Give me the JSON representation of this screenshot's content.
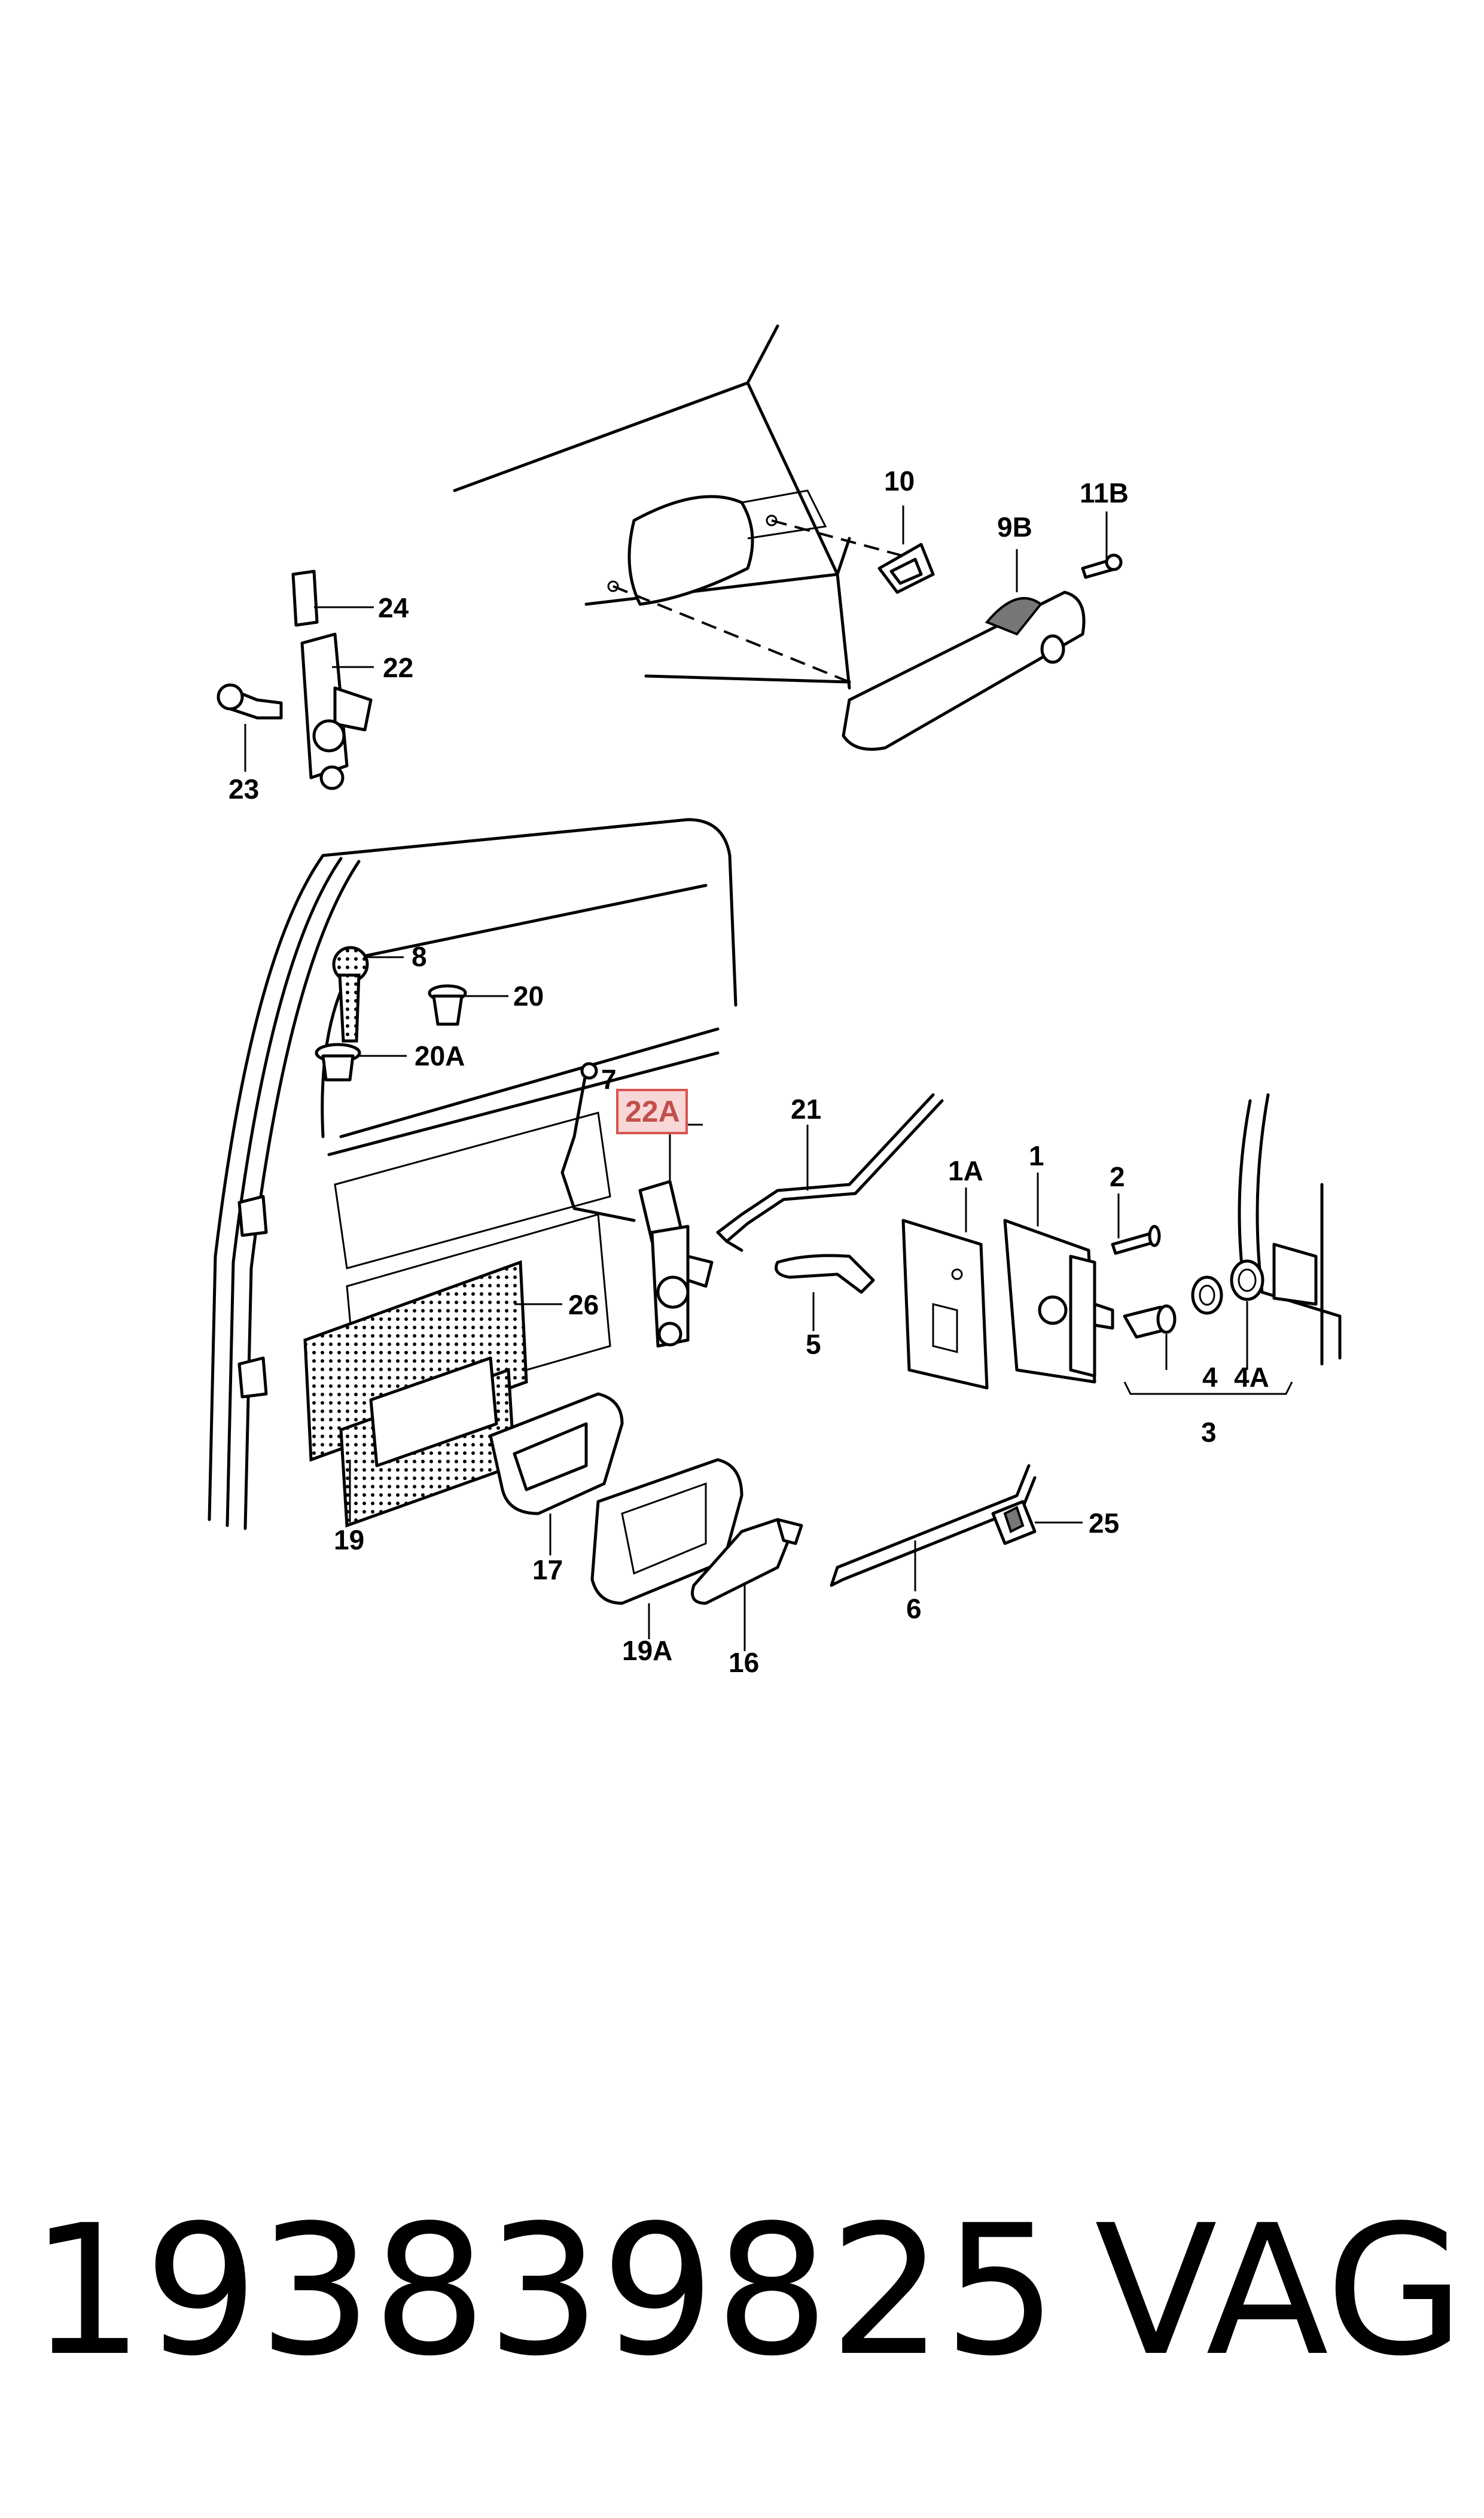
{
  "callouts": {
    "c10": "10",
    "c9b": "9B",
    "c11b": "11B",
    "c24": "24",
    "c22": "22",
    "c23": "23",
    "c8": "8",
    "c20": "20",
    "c20a": "20A",
    "c7": "7",
    "c22a": "22A",
    "c21": "21",
    "c1a": "1A",
    "c1": "1",
    "c2": "2",
    "c26": "26",
    "c5": "5",
    "c4": "4",
    "c4a": "4A",
    "c3": "3",
    "c19": "19",
    "c17": "17",
    "c19a": "19A",
    "c16": "16",
    "c6": "6",
    "c25": "25"
  },
  "footer": {
    "part_number": "193839825",
    "brand": "VAG"
  },
  "colors": {
    "highlight_border": "#d9534f",
    "highlight_fill": "#f8d7d7",
    "highlight_text": "#c0504d"
  }
}
